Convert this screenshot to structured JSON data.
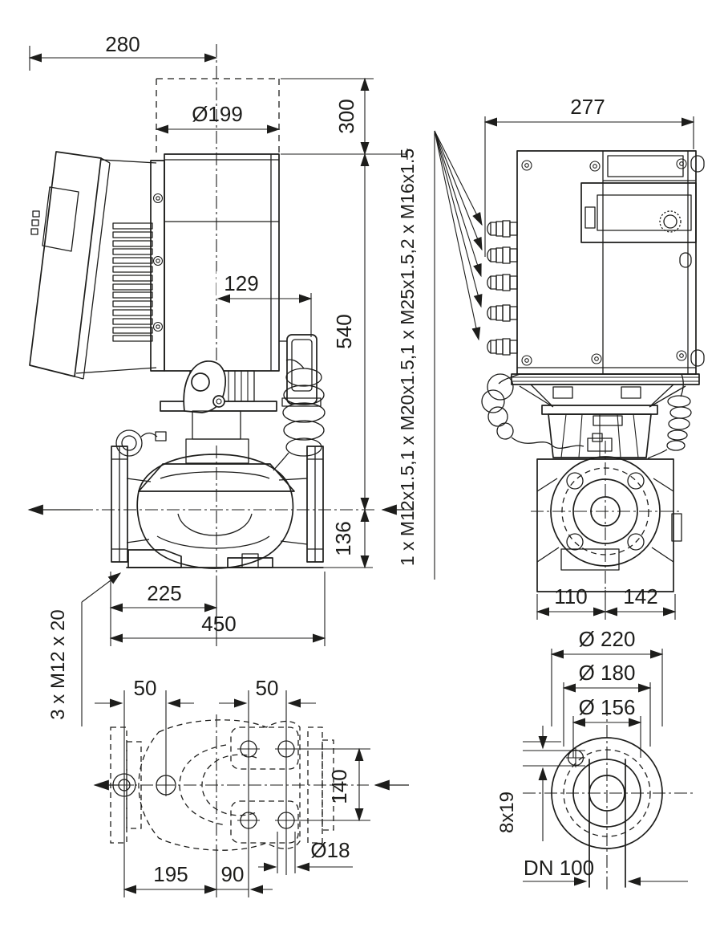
{
  "drawing": {
    "type": "technical-dimension-drawing",
    "subject": "inline-pump",
    "line_color": "#1d1d1b",
    "background": "#ffffff"
  },
  "side_view": {
    "dim_overall_width": "280",
    "dim_motor_diameter": "Ø199",
    "dim_module_height": "300",
    "dim_bracket_offset": "129",
    "dim_height_above_axis": "540",
    "dim_axis_to_base": "136",
    "dim_axis_offset": "225",
    "dim_port_to_port": "450",
    "note_foot_thread": "3 x M12 x 20"
  },
  "front_view": {
    "dim_box_width": "277",
    "note_cable_glands": "1 x M12x1.5,1 x M20x1.5,1 x M25x1.5,2 x M16x1.5",
    "dim_axis_to_left": "110",
    "dim_axis_to_right": "142"
  },
  "foot_plan_view": {
    "dim_hole_pitch_left": "50",
    "dim_hole_pitch_right": "50",
    "dim_foot_width": "140",
    "dim_length_195": "195",
    "dim_length_90": "90",
    "dim_hole_diameter": "Ø18"
  },
  "flange_view": {
    "dim_outer_diameter": "Ø 220",
    "dim_bolt_circle_diameter": "Ø 180",
    "dim_raised_face_diameter": "Ø 156",
    "note_bolt_slots": "8x19",
    "note_nominal_diameter": "DN 100"
  }
}
